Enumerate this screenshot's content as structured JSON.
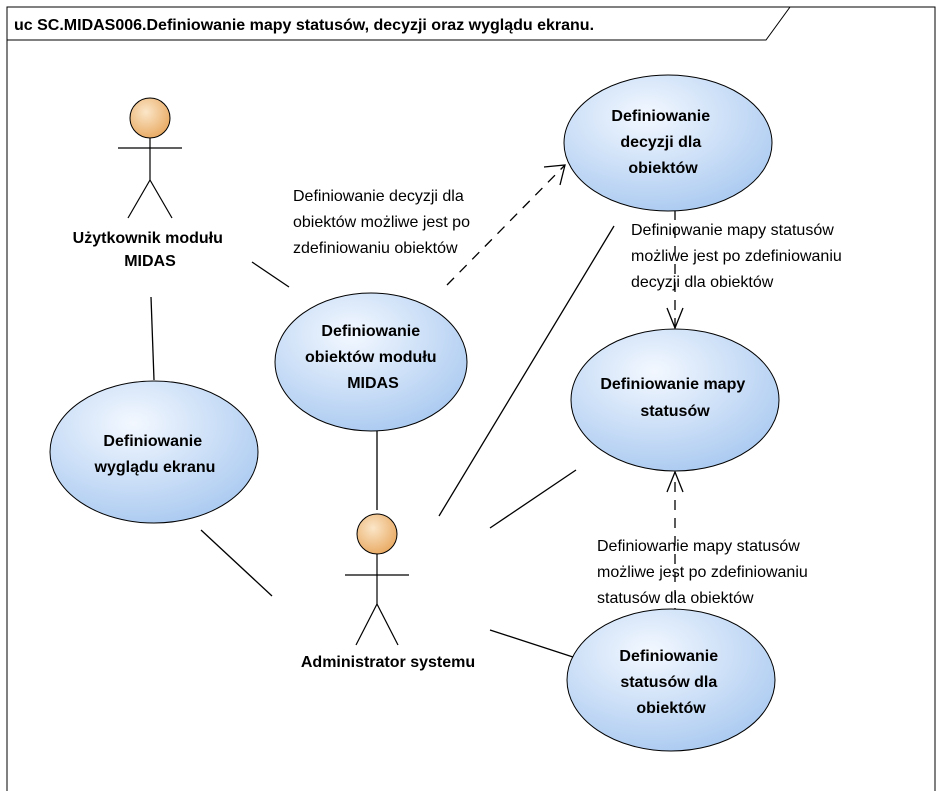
{
  "frame": {
    "title": "uc SC.MIDAS006.Definiowanie mapy statusów, decyzji oraz wyglądu ekranu."
  },
  "actors": {
    "user": {
      "lines": [
        "Użytkownik modułu",
        "MIDAS"
      ]
    },
    "admin": {
      "lines": [
        "Administrator systemu"
      ]
    }
  },
  "use_cases": {
    "decisions": {
      "lines": [
        "Definiowanie",
        "decyzji dla",
        "obiektów"
      ]
    },
    "objects": {
      "lines": [
        "Definiowanie",
        "obiektów modułu",
        "MIDAS"
      ]
    },
    "status_map": {
      "lines": [
        "Definiowanie mapy",
        "statusów"
      ]
    },
    "screen_look": {
      "lines": [
        "Definiowanie",
        "wyglądu ekranu"
      ]
    },
    "statuses": {
      "lines": [
        "Definiowanie",
        "statusów dla",
        "obiektów"
      ]
    }
  },
  "dependencies": {
    "objects_to_decisions": {
      "lines": [
        "Definiowanie decyzji dla",
        "obiektów możliwe jest po",
        "zdefiniowaniu obiektów"
      ]
    },
    "decisions_to_map": {
      "lines": [
        "Definiowanie mapy statusów",
        "możliwe jest po zdefiniowaniu",
        "decyzji dla obiektów"
      ]
    },
    "statuses_to_map": {
      "lines": [
        "Definiowanie mapy statusów",
        "możliwe jest po zdefiniowaniu",
        "statusów dla obiektów"
      ]
    }
  },
  "colors": {
    "usecase_fill_top": "#f3f8ff",
    "usecase_fill_bottom": "#a9c9f0",
    "actor_head_fill": "#f3c690",
    "line": "#000000"
  }
}
